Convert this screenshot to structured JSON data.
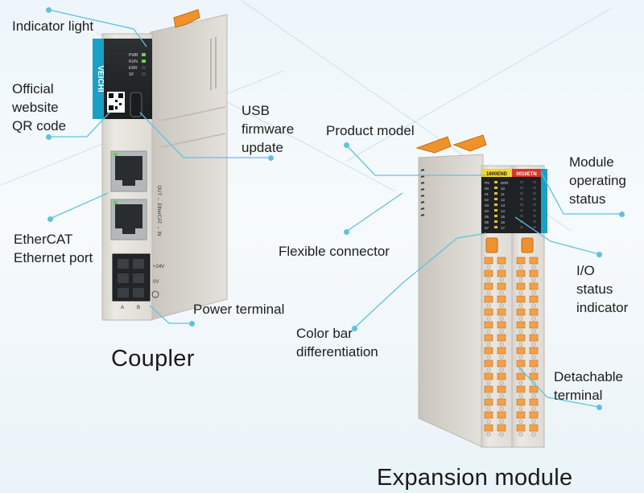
{
  "colors": {
    "leader_line": "#5fc3dd",
    "housing": "#e7e4df",
    "housing_shade": "#cfcbc4",
    "accent_teal": "#1aa0c4",
    "connector_orange": "#f0922c",
    "port_grey": "#9aa0a3"
  },
  "coupler": {
    "title": "Coupler",
    "brand": "VEICHI",
    "led_labels": [
      "PWR",
      "RUN",
      "ERR",
      "SF"
    ],
    "terminal_labels": [
      "+24V",
      "0V"
    ],
    "port_labels": [
      "A",
      "B"
    ],
    "side_text": "OUT ← EtherCAT → IN"
  },
  "expansion": {
    "title": "Expansion module",
    "model_left": "1600END",
    "model_right": "0016ETN",
    "left_channels": [
      "PS",
      "00",
      "01",
      "02",
      "03",
      "04",
      "05",
      "06",
      "07"
    ],
    "left_channels_b": [
      "ERR",
      "10",
      "11",
      "12",
      "13",
      "14",
      "15",
      "16",
      "17"
    ]
  },
  "callouts": {
    "indicator_light": "Indicator light",
    "qr_code": "Official\nwebsite\nQR code",
    "usb_update": "USB\nfirmware\nupdate",
    "ethercat_port": "EtherCAT\nEthernet port",
    "power_terminal": "Power terminal",
    "product_model": "Product model",
    "flexible_connector": "Flexible connector",
    "color_bar": "Color bar\ndifferentiation",
    "module_status": "Module\noperating\nstatus",
    "io_status": "I/O\nstatus\nindicator",
    "detachable_terminal": "Detachable\nterminal"
  }
}
